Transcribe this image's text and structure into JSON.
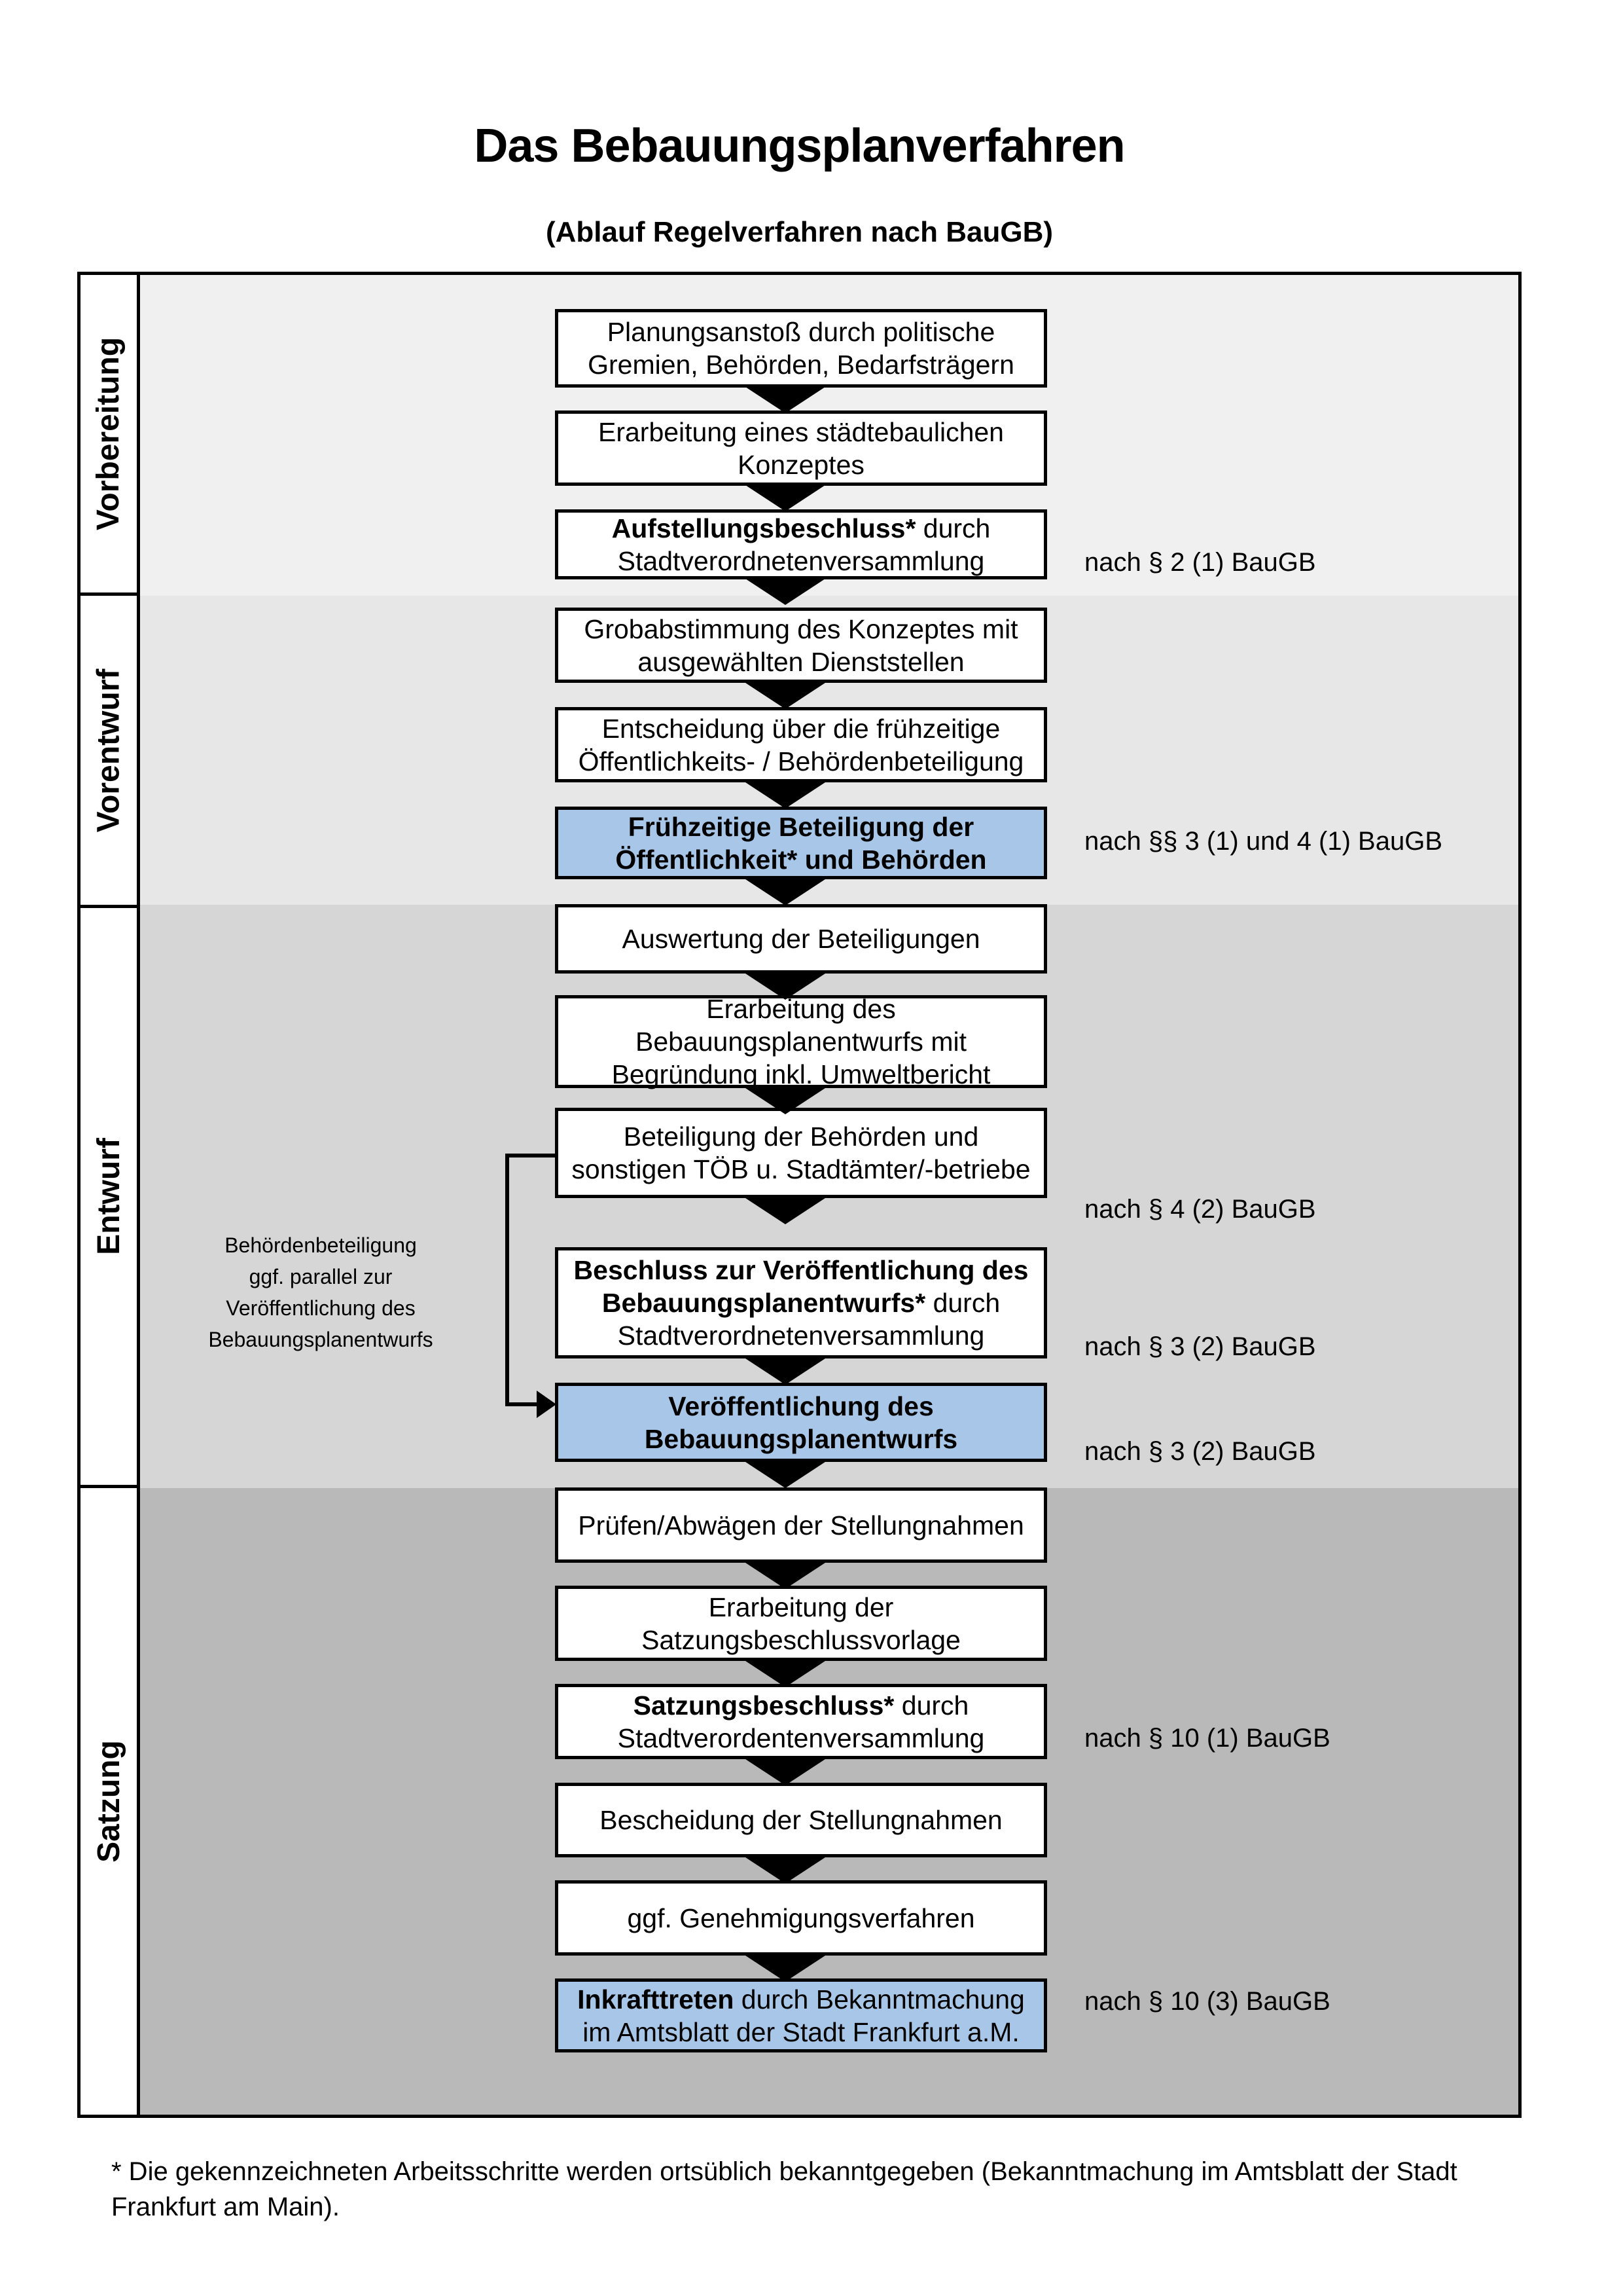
{
  "title": "Das Bebauungsplanverfahren",
  "subtitle": "(Ablauf Regelverfahren nach BauGB)",
  "colors": {
    "section_vorbereitung": "#f0f0f0",
    "section_vorentwurf": "#e7e7e7",
    "section_entwurf": "#d6d6d6",
    "section_satzung": "#b9b9b9",
    "highlight_box_fill": "#a8c6e8",
    "box_border": "#000000"
  },
  "phases": {
    "p1": "Vorbereitung",
    "p2": "Vorentwurf",
    "p3": "Entwurf",
    "p4": "Satzung"
  },
  "steps": {
    "s1": {
      "text": "Planungsanstoß durch politische\nGremien, Behörden, Bedarfsträgern"
    },
    "s2": {
      "text": "Erarbeitung eines städtebaulichen\nKonzeptes"
    },
    "s3": {
      "bold": "Aufstellungsbeschluss*",
      "rest": " durch",
      "line2": "Stadtverordnetenversammlung"
    },
    "s4": {
      "text": "Grobabstimmung des Konzeptes mit\nausgewählten Dienststellen"
    },
    "s5": {
      "text": "Entscheidung über die frühzeitige\nÖffentlichkeits- / Behördenbeteiligung"
    },
    "s6": {
      "text": "Frühzeitige Beteiligung der\nÖffentlichkeit* und Behörden"
    },
    "s7": {
      "text": "Auswertung der Beteiligungen"
    },
    "s8": {
      "text": "Erarbeitung des\nBebauungsplanentwurfs mit\nBegründung inkl. Umweltbericht"
    },
    "s9": {
      "text": "Beteiligung der Behörden und\nsonstigen TÖB u. Stadtämter/-betriebe"
    },
    "s10": {
      "bold1": "Beschluss zur Veröffentlichung des",
      "bold2": "Bebauungsplanentwurfs*",
      "rest2": " durch",
      "line3": "Stadtverordnetenversammlung"
    },
    "s11": {
      "text": "Veröffentlichung des\nBebauungsplanentwurfs"
    },
    "s12": {
      "text": "Prüfen/Abwägen der Stellungnahmen"
    },
    "s13": {
      "text": "Erarbeitung der\nSatzungsbeschlussvorlage"
    },
    "s14": {
      "bold": "Satzungsbeschluss*",
      "rest": " durch",
      "line2": "Stadtverordentenversammlung"
    },
    "s15": {
      "text": "Bescheidung der Stellungnahmen"
    },
    "s16": {
      "text": "ggf. Genehmigungsverfahren"
    },
    "s17": {
      "bold": "Inkrafttreten",
      "rest": " durch Bekanntmachung",
      "line2": "im Amtsblatt der Stadt Frankfurt a.M."
    }
  },
  "side_note": {
    "text": "Behördenbeteiligung\nggf. parallel zur\nVeröffentlichung des\nBebauungsplanentwurfs"
  },
  "references": {
    "r1": "nach § 2 (1) BauGB",
    "r2": "nach §§ 3 (1) und 4 (1) BauGB",
    "r3": "nach § 4 (2) BauGB",
    "r4": "nach § 3 (2) BauGB",
    "r5": "nach § 3 (2) BauGB",
    "r6": "nach § 10 (1) BauGB",
    "r7": "nach § 10 (3) BauGB"
  },
  "footnote": "* Die gekennzeichneten Arbeitsschritte werden ortsüblich bekanntgegeben (Bekanntmachung im Amtsblatt  der Stadt Frankfurt am Main)."
}
